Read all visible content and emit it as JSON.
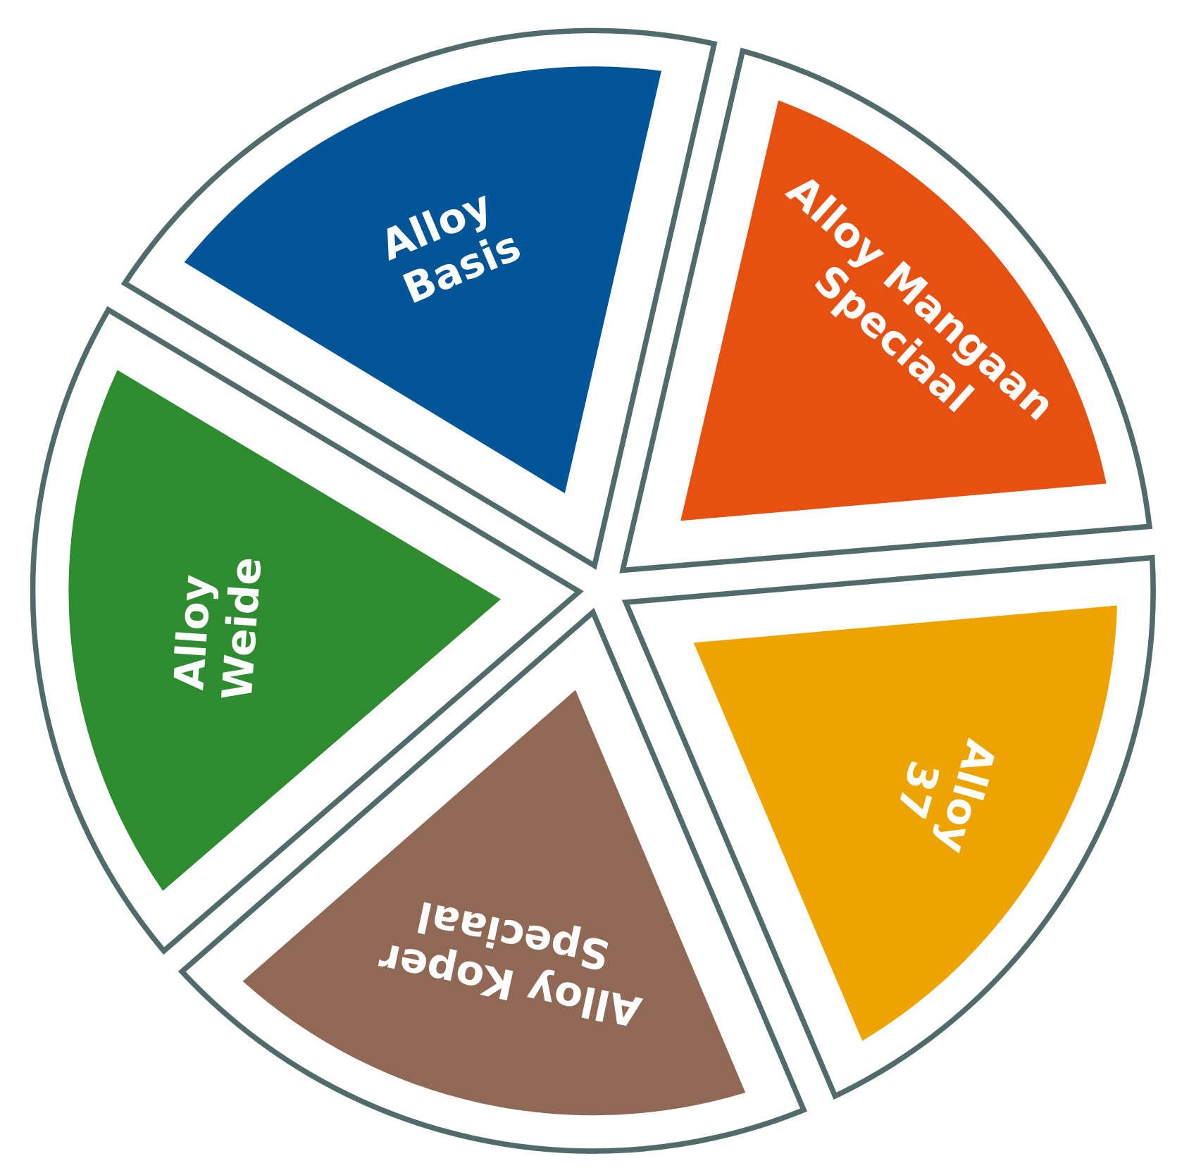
{
  "diagram": {
    "outline_color": "#506b69",
    "segments": [
      {
        "id": "basis",
        "lines": [
          "Alloy",
          "Basis"
        ],
        "color": "#005596"
      },
      {
        "id": "mangaan",
        "lines": [
          "Alloy Mangaan",
          "Speciaal"
        ],
        "color": "#e65011"
      },
      {
        "id": "a37",
        "lines": [
          "Alloy",
          "37"
        ],
        "color": "#eea400"
      },
      {
        "id": "koper",
        "lines": [
          "Alloy Koper",
          "Speciaal"
        ],
        "color": "#8f6856"
      },
      {
        "id": "weide",
        "lines": [
          "Alloy",
          "Weide"
        ],
        "color": "#2e8b2f"
      }
    ]
  }
}
